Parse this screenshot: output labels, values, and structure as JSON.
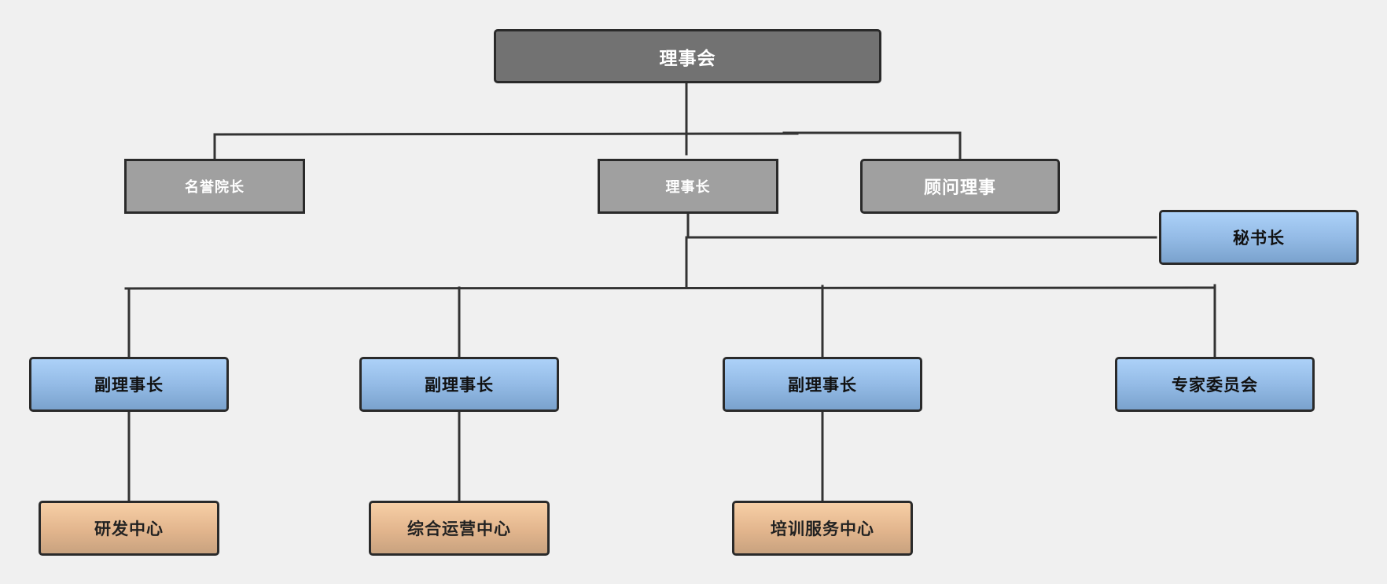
{
  "org_chart": {
    "board": "理事会",
    "honorary_president": "名誉院长",
    "chairman": "理事长",
    "advisory_director": "顾问理事",
    "secretary_general": "秘书长",
    "vice_chairman_1": "副理事长",
    "vice_chairman_2": "副理事长",
    "vice_chairman_3": "副理事长",
    "expert_committee": "专家委员会",
    "rd_center": "研发中心",
    "operations_center": "综合运营中心",
    "training_center": "培训服务中心"
  },
  "colors": {
    "connector": "#333333",
    "board_fill": "#727272",
    "level1_fill": "#a0a0a0",
    "blue_fill": "#94bbe6",
    "orange_fill": "#e2b58d",
    "background": "#f0f0f0"
  }
}
